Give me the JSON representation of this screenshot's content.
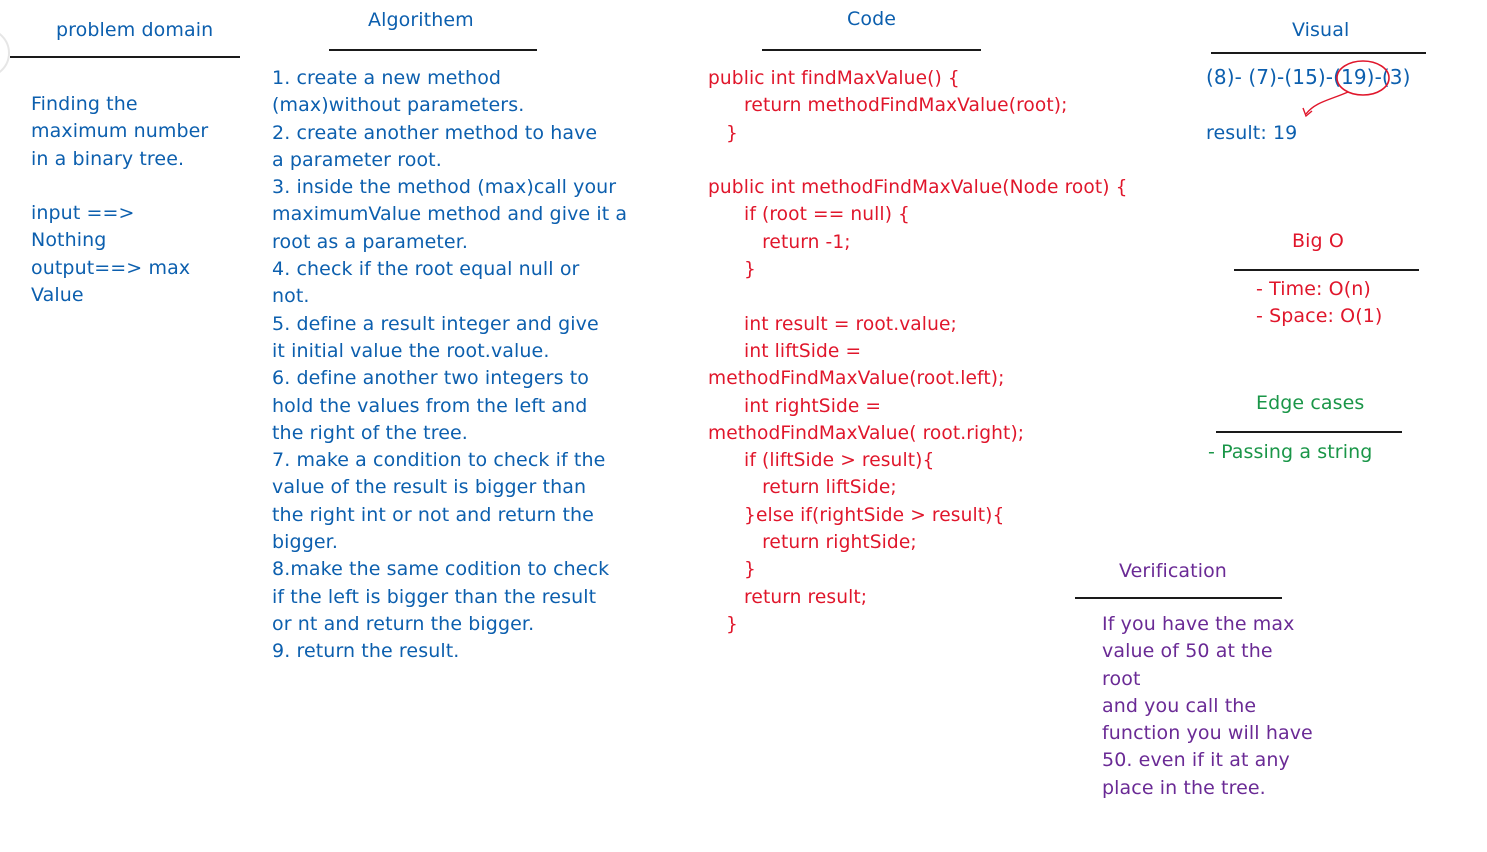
{
  "problem_domain": {
    "title": "problem domain",
    "lines": [
      "Finding the",
      "maximum number",
      "in a binary tree.",
      "",
      "input ==>",
      "Nothing",
      "output==> max",
      "Value"
    ]
  },
  "algorithm": {
    "title": "Algorithem",
    "lines": [
      "1. create a new method",
      "(max)without parameters.",
      "2. create another method to have",
      "a parameter root.",
      "3. inside the method (max)call your",
      "maximumValue method and give it a",
      "root as a parameter.",
      "4. check if the root equal null or",
      "not.",
      "5. define a result integer and give",
      "it initial value the root.value.",
      "6. define another two integers to",
      "hold the values from the left and",
      "the right of the tree.",
      "7. make a condition to check if the",
      "value of the result is bigger than",
      "the right int or not and return the",
      "bigger.",
      "8.make the same codition to check",
      "if the left is bigger than the result",
      "or nt and return the bigger.",
      "9. return the result."
    ]
  },
  "code": {
    "title": "Code",
    "lines": [
      "public int findMaxValue() {",
      "      return methodFindMaxValue(root);",
      "   }",
      "",
      "public int methodFindMaxValue(Node root) {",
      "      if (root == null) {",
      "         return -1;",
      "      }",
      "",
      "      int result = root.value;",
      "      int liftSide =",
      "methodFindMaxValue(root.left);",
      "      int rightSide =",
      "methodFindMaxValue( root.right);",
      "      if (liftSide > result){",
      "         return liftSide;",
      "      }else if(rightSide > result){",
      "         return rightSide;",
      "      }",
      "      return result;",
      "   }"
    ]
  },
  "visual": {
    "title": "Visual",
    "nodes": "(8)- (7)-(15)-(19)-(3)",
    "result": "result: 19"
  },
  "big_o": {
    "title": "Big O",
    "lines": [
      "- Time: O(n)",
      "- Space: O(1)"
    ]
  },
  "edge_cases": {
    "title": "Edge cases",
    "lines": [
      "- Passing a string"
    ]
  },
  "verification": {
    "title": "Verification",
    "lines": [
      "If you have the max",
      "value of 50 at the",
      "root",
      "and you call the",
      "function you will have",
      "50. even if it at any",
      "place in the tree."
    ]
  },
  "colors": {
    "blue": "#0c5fae",
    "red": "#e0162b",
    "green": "#1a9648",
    "purple": "#6a2a95",
    "rule": "#1a1a1a"
  }
}
